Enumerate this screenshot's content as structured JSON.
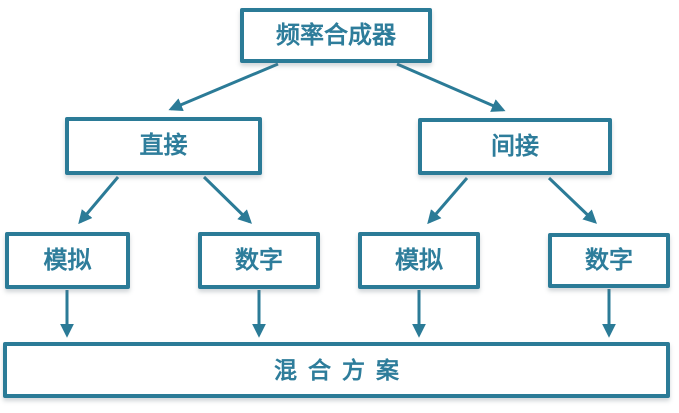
{
  "colors": {
    "accent": "#2B7B97",
    "text": "#2E7D9B",
    "node_fill": "#FFFFFF",
    "background": "#FFFFFF"
  },
  "nodes": {
    "root": {
      "label": "频率合成器"
    },
    "direct": {
      "label": "直接"
    },
    "indirect": {
      "label": "间接"
    },
    "direct_analog": {
      "label": "模拟"
    },
    "direct_digital": {
      "label": "数字"
    },
    "indirect_analog": {
      "label": "模拟"
    },
    "indirect_digital": {
      "label": "数字"
    },
    "hybrid": {
      "label": "混合方案"
    }
  },
  "edges": [
    {
      "from": "root",
      "to": "direct"
    },
    {
      "from": "root",
      "to": "indirect"
    },
    {
      "from": "direct",
      "to": "direct_analog"
    },
    {
      "from": "direct",
      "to": "direct_digital"
    },
    {
      "from": "indirect",
      "to": "indirect_analog"
    },
    {
      "from": "indirect",
      "to": "indirect_digital"
    },
    {
      "from": "direct_analog",
      "to": "hybrid"
    },
    {
      "from": "direct_digital",
      "to": "hybrid"
    },
    {
      "from": "indirect_analog",
      "to": "hybrid"
    },
    {
      "from": "indirect_digital",
      "to": "hybrid"
    }
  ]
}
